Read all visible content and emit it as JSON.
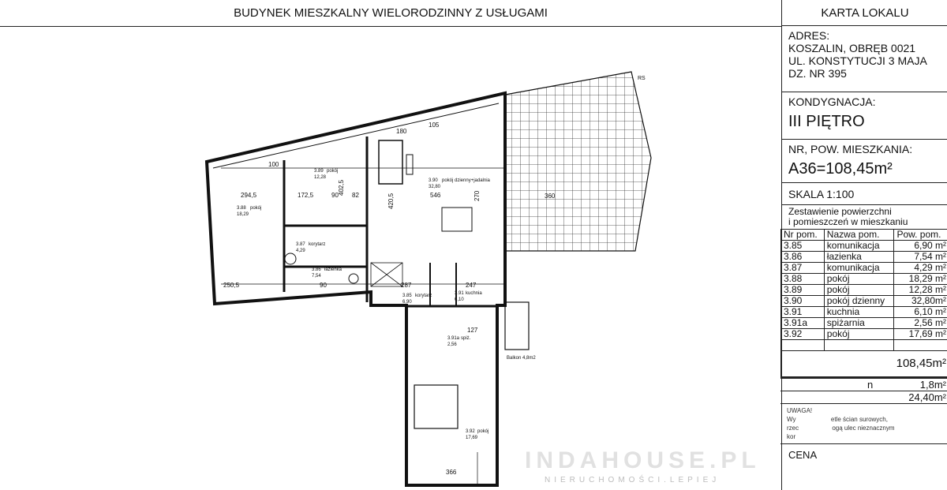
{
  "header": {
    "title": "BUDYNEK MIESZKALNY WIELORODZINNY Z USŁUGAMI"
  },
  "panel": {
    "title": "KARTA LOKALU",
    "address_label": "ADRES:",
    "address_lines": [
      "KOSZALIN,  OBRĘB  0021",
      "UL. KONSTYTUCJI 3 MAJA",
      "DZ. NR  395"
    ],
    "floor_label": "KONDYGNACJA:",
    "floor_value": "III PIĘTRO",
    "unit_label": "NR, POW. MIESZKANIA:",
    "unit_value": "A36=108,45m²",
    "scale": "SKALA  1:100",
    "summary_lines": [
      "Zestawienie powierzchni",
      "i pomieszczeń w mieszkaniu"
    ],
    "table": {
      "headers": [
        "Nr pom.",
        "Nazwa pom.",
        "Pow. pom."
      ],
      "rows": [
        [
          "3.85",
          "komunikacja",
          "6,90 m²"
        ],
        [
          "3.86",
          "łazienka",
          "7,54 m²"
        ],
        [
          "3.87",
          "komunikacja",
          "4,29 m²"
        ],
        [
          "3.88",
          "pokój",
          "18,29 m²"
        ],
        [
          "3.89",
          "pokój",
          "12,28 m²"
        ],
        [
          "3.90",
          "pokój dzienny",
          "32,80m²"
        ],
        [
          "3.91",
          "kuchnia",
          "6,10 m²"
        ],
        [
          "3.91a",
          "spiżarnia",
          "2,56 m²"
        ],
        [
          "3.92",
          "pokój",
          "17,69 m²"
        ]
      ],
      "total": "108,45m²"
    },
    "extra_rows": [
      {
        "label": "n",
        "value": "1,8m²"
      },
      {
        "label": "",
        "value": "24,40m²"
      }
    ],
    "notes_title": "UWAGA!",
    "notes_lines": [
      "Wy                    etle ścian surowych,",
      "rzec                   ogą ulec nieznacznym",
      "kor"
    ],
    "price_label": "CENA"
  },
  "plan": {
    "rooms": [
      {
        "nr": "3.88",
        "name": "pokój",
        "area": "18,29"
      },
      {
        "nr": "3.89",
        "name": "pokój",
        "area": "12,28"
      },
      {
        "nr": "3.90",
        "name": "pokój dzienny+jadalnia",
        "area": "32,80"
      },
      {
        "nr": "3.87",
        "name": "korytarz",
        "area": "4,29"
      },
      {
        "nr": "3.86",
        "name": "łazienka",
        "area": "7,54"
      },
      {
        "nr": "3.85",
        "name": "korytarz",
        "area": "6,90"
      },
      {
        "nr": "3.91",
        "name": "kuchnia",
        "area": "6,10"
      },
      {
        "nr": "3.91a",
        "name": "spiż.",
        "area": "2,56"
      },
      {
        "nr": "3.92",
        "name": "pokój",
        "area": "17,69"
      }
    ],
    "dims": [
      "294,5",
      "172,5",
      "90",
      "82",
      "546",
      "250,5",
      "90",
      "287",
      "247",
      "360",
      "366",
      "127",
      "180",
      "105",
      "100",
      "402,5",
      "420,5",
      "270"
    ],
    "balcony": "Balkon 4,8m2",
    "rs": "RS"
  },
  "watermark": {
    "main": "INDAHOUSE.PL",
    "sub": "NIERUCHOMOŚCI.LEPIEJ"
  }
}
